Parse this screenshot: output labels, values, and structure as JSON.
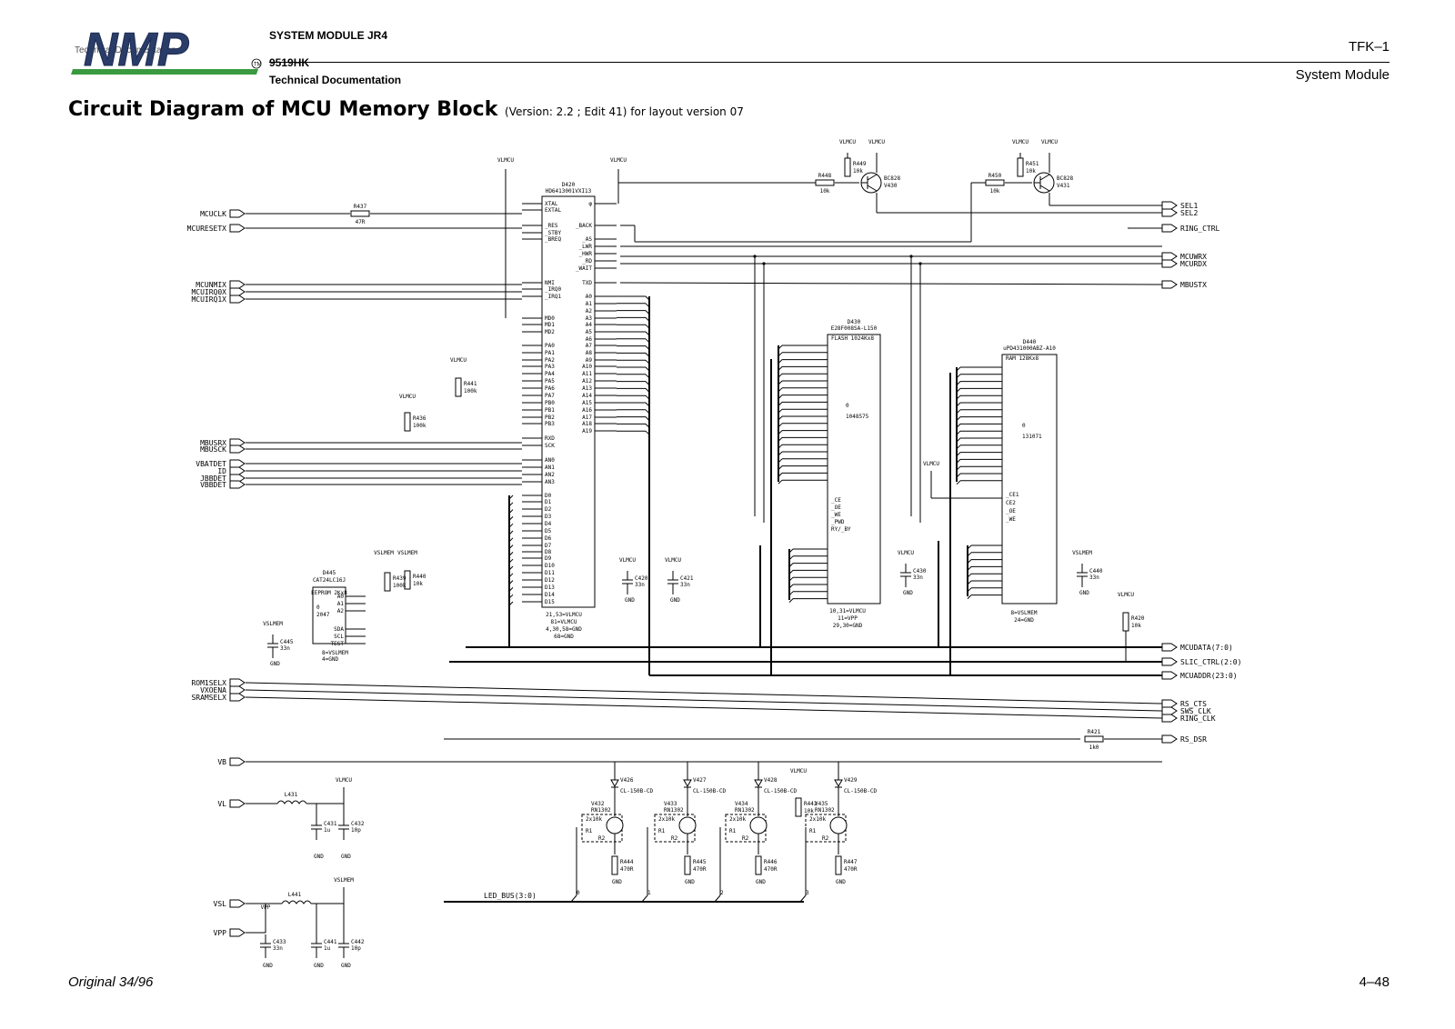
{
  "header": {
    "logo_text": "NMP",
    "logo_overlay_text": "Technical Documentation",
    "doc_title": "SYSTEM MODULE JR4",
    "doc_code": "9519HK",
    "doc_subtitle": "Technical Documentation",
    "page_code": "TFK–1",
    "section_name": "System Module"
  },
  "title": {
    "main": "Circuit Diagram of MCU Memory Block",
    "sub": "(Version: 2.2 ; Edit 41) for layout version 07"
  },
  "footer": {
    "left": "Original 34/96",
    "right": "4–48"
  },
  "schematic": {
    "left_ports": [
      "MCUCLK",
      "MCURESETX",
      "MCUNMIX",
      "MCUIRQ0X",
      "MCUIRQ1X",
      "MBUSRX",
      "MBUSCK",
      "VBATDET",
      "ID",
      "JBBDET",
      "VBBDET",
      "ROM1SELX",
      "VXOENA",
      "SRAMSELX",
      "VB",
      "VL",
      "VSL",
      "VPP"
    ],
    "right_ports": [
      "SEL1",
      "SEL2",
      "RING_CTRL",
      "MCUWRX",
      "MCURDX",
      "MBUSTX",
      "MCUDATA(7:0)",
      "SLIC_CTRL(2:0)",
      "MCUADDR(23:0)",
      "RS_CTS",
      "SWS_CLK",
      "RING_CLK",
      "RS_DSR"
    ],
    "mcu": {
      "ref": "D420",
      "part": "HD6413001VXI13",
      "left_pins": [
        "XTAL",
        "EXTAL",
        "_RES",
        "_STBY",
        "_BREQ",
        "NMI",
        "_IRQ0",
        "_IRQ1",
        "MD0",
        "MD1",
        "MD2",
        "PA0",
        "PA1",
        "PA2",
        "PA3",
        "PA4",
        "PA5",
        "PA6",
        "PA7",
        "PB0",
        "PB1",
        "PB2",
        "PB3",
        "RXD",
        "SCK",
        "AN0",
        "AN1",
        "AN2",
        "AN3",
        "D0",
        "D1",
        "D2",
        "D3",
        "D4",
        "D5",
        "D6",
        "D7",
        "D8",
        "D9",
        "D10",
        "D11",
        "D12",
        "D13",
        "D14",
        "D15"
      ],
      "right_pins": [
        "φ",
        "_BACK",
        "_AS",
        "_LWR",
        "_HWR",
        "_RD",
        "_WAIT",
        "TXD",
        "A0",
        "A1",
        "A2",
        "A3",
        "A4",
        "A5",
        "A6",
        "A7",
        "A8",
        "A9",
        "A10",
        "A11",
        "A12",
        "A13",
        "A14",
        "A15",
        "A16",
        "A17",
        "A18",
        "A19"
      ],
      "power_note": [
        "21,53=VLMCU",
        "81=VLMCU",
        "4,30,58=GND",
        "68=GND"
      ]
    },
    "flash": {
      "ref": "D430",
      "part": "E28F008SA-L150",
      "desc": "FLASH 1024Kx8",
      "range": "1048575",
      "pins": [
        "_CE",
        "_OE",
        "_WE",
        "_PWD",
        "RY/_BY"
      ],
      "power_note": [
        "10,31=VLMCU",
        "11=VPP",
        "29,30=GND"
      ]
    },
    "ram": {
      "ref": "D440",
      "part": "uPD431000ABZ-A10",
      "desc": "RAM 128Kx8",
      "range": "131071",
      "pins": [
        "_CE1",
        "CE2",
        "_OE",
        "_WE"
      ],
      "power_note": [
        "8=VSLMEM",
        "24=GND"
      ]
    },
    "eeprom": {
      "ref": "D445",
      "part": "CAT24LC16J",
      "desc": "EEPROM 2Kx8",
      "range": "2047",
      "pins": [
        "A0",
        "A1",
        "A2",
        "SDA",
        "SCL",
        "TEST"
      ],
      "power_note": [
        "8=VSLMEM",
        "4=GND"
      ]
    },
    "transistors": [
      {
        "ref": "V430",
        "part": "BC828"
      },
      {
        "ref": "V431",
        "part": "BC828"
      },
      {
        "ref": "V432",
        "part": "RN1302"
      },
      {
        "ref": "V433",
        "part": "RN1302"
      },
      {
        "ref": "V434",
        "part": "RN1302"
      },
      {
        "ref": "V435",
        "part": "RN1302"
      }
    ],
    "leds": [
      {
        "ref": "V426",
        "part": "CL-150B-CD"
      },
      {
        "ref": "V427",
        "part": "CL-150B-CD"
      },
      {
        "ref": "V428",
        "part": "CL-150B-CD"
      },
      {
        "ref": "V429",
        "part": "CL-150B-CD"
      }
    ],
    "resistors": [
      {
        "ref": "R437",
        "value": "47R"
      },
      {
        "ref": "R448",
        "value": "10k"
      },
      {
        "ref": "R449",
        "value": "10k"
      },
      {
        "ref": "R450",
        "value": "10k"
      },
      {
        "ref": "R451",
        "value": "10k"
      },
      {
        "ref": "R441",
        "value": "100k"
      },
      {
        "ref": "R436",
        "value": "100k"
      },
      {
        "ref": "R439",
        "value": "100k"
      },
      {
        "ref": "R440",
        "value": "10k"
      },
      {
        "ref": "R420",
        "value": "10k"
      },
      {
        "ref": "R421",
        "value": "1k0"
      },
      {
        "ref": "R442",
        "value": "10k"
      },
      {
        "ref": "R444",
        "value": "470R"
      },
      {
        "ref": "R445",
        "value": "470R"
      },
      {
        "ref": "R446",
        "value": "470R"
      },
      {
        "ref": "R447",
        "value": "470R"
      }
    ],
    "capacitors": [
      {
        "ref": "C420",
        "value": "33n"
      },
      {
        "ref": "C421",
        "value": "33n"
      },
      {
        "ref": "C430",
        "value": "33n"
      },
      {
        "ref": "C440",
        "value": "33n"
      },
      {
        "ref": "C445",
        "value": "33n"
      },
      {
        "ref": "C431",
        "value": "1u"
      },
      {
        "ref": "C432",
        "value": "10p"
      },
      {
        "ref": "C433",
        "value": "33n"
      },
      {
        "ref": "C441",
        "value": "1u"
      },
      {
        "ref": "C442",
        "value": "10p"
      }
    ],
    "inductors": [
      {
        "ref": "L431"
      },
      {
        "ref": "L441"
      }
    ],
    "supply_labels": [
      "VLMCU",
      "VSLMEM",
      "GND",
      "VPP"
    ],
    "bus_label": "LED_BUS(3:0)"
  }
}
